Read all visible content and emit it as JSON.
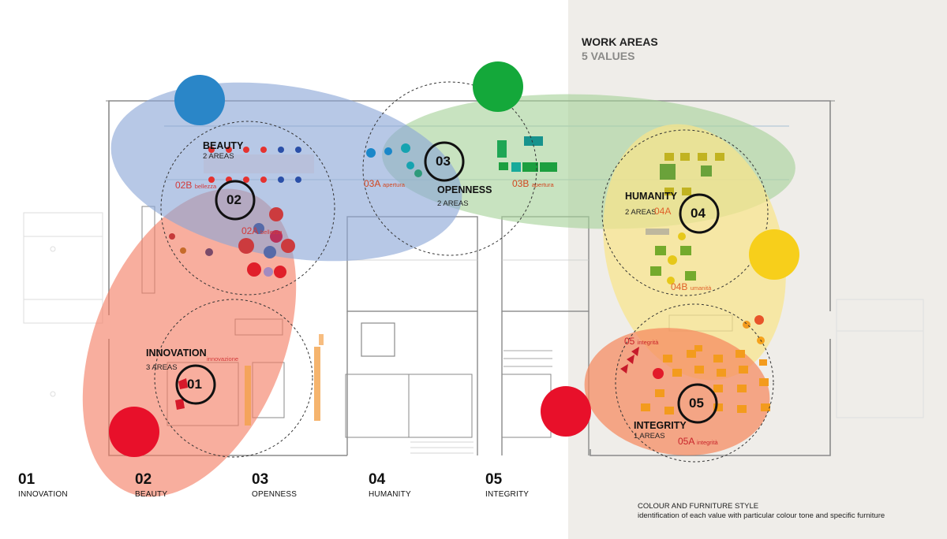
{
  "header": {
    "title": "WORK AREAS",
    "subtitle": "5 VALUES"
  },
  "zones": [
    {
      "num": "01",
      "name": "INNOVATION",
      "areas": "3 AREAS"
    },
    {
      "num": "02",
      "name": "BEAUTY",
      "areas": "2 AREAS"
    },
    {
      "num": "03",
      "name": "OPENNESS",
      "areas": "2 AREAS"
    },
    {
      "num": "04",
      "name": "HUMANITY",
      "areas": "2 AREAS"
    },
    {
      "num": "05",
      "name": "INTEGRITY",
      "areas": "1 AREAS"
    }
  ],
  "area_labels": [
    {
      "code": "02B",
      "name": "bellezza"
    },
    {
      "code": "02A",
      "name": "bellezza"
    },
    {
      "code": "03A",
      "name": "apertura"
    },
    {
      "code": "03B",
      "name": "apertura"
    },
    {
      "code": "04A",
      "name": ""
    },
    {
      "code": "04B",
      "name": "umanità"
    },
    {
      "code": "05",
      "name": "integrità"
    },
    {
      "code": "05A",
      "name": "integrità"
    },
    {
      "code": "",
      "name": "innovazione"
    }
  ],
  "legend": [
    {
      "num": "01",
      "label": "INNOVATION"
    },
    {
      "num": "02",
      "label": "BEAUTY"
    },
    {
      "num": "03",
      "label": "OPENNESS"
    },
    {
      "num": "04",
      "label": "HUMANITY"
    },
    {
      "num": "05",
      "label": "INTEGRITY"
    }
  ],
  "footer": {
    "title": "COLOUR AND FURNITURE STYLE",
    "text": "identification of each value with particular colour tone and specific furniture"
  },
  "colors": {
    "blue": "#2a86c8",
    "green": "#14a83a",
    "yellow": "#f7cf1b",
    "red": "#e8102a",
    "salmon": "#f06d55",
    "blue_zone": "#7f9fd2",
    "green_zone": "#99c98b",
    "yellow_zone": "#f8e68a",
    "orange_zone": "#f4875f"
  }
}
